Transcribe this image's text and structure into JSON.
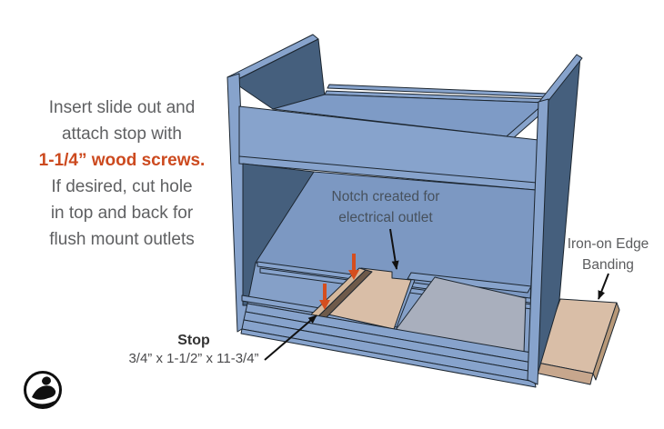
{
  "instructions": {
    "text_color": "#5f6062",
    "highlight_color": "#cc4a1f",
    "lines": [
      {
        "text": "Insert slide out and",
        "highlight": false
      },
      {
        "text": "attach stop with",
        "highlight": false
      },
      {
        "text": "1-1/4” wood screws.",
        "highlight": true
      },
      {
        "text": "If desired, cut hole",
        "highlight": false
      },
      {
        "text": "in top and back for",
        "highlight": false
      },
      {
        "text": "flush mount outlets",
        "highlight": false
      }
    ]
  },
  "labels": {
    "notch": {
      "line1": "Notch created for",
      "line2": "electrical outlet"
    },
    "edge_banding": {
      "line1": "Iron-on Edge",
      "line2": "Banding"
    },
    "stop": {
      "title": "Stop",
      "dimensions": "3/4” x 1-1/2” x 11-3/4”"
    }
  },
  "logo": {
    "name": "rogue-engineer-logo"
  },
  "illustration": {
    "description": "3D cabinet with slide out, stop, notch and edge banding board",
    "colors": {
      "face_blue": "#87a3cc",
      "top_blue": "#7e9bc6",
      "back_blue": "#7c98c2",
      "dark_blue": "#455f7d",
      "floor_blue": "#85a0c8",
      "gray_panel": "#a9afbd",
      "tan": "#d9bea7",
      "tan_edge": "#c7a78d",
      "stop_light": "#d5b89c",
      "stop_dark": "#6e5a4a",
      "outline": "#1c2630",
      "screw_arrow_orange": "#d54e1e",
      "annotation_black": "#111111"
    }
  }
}
